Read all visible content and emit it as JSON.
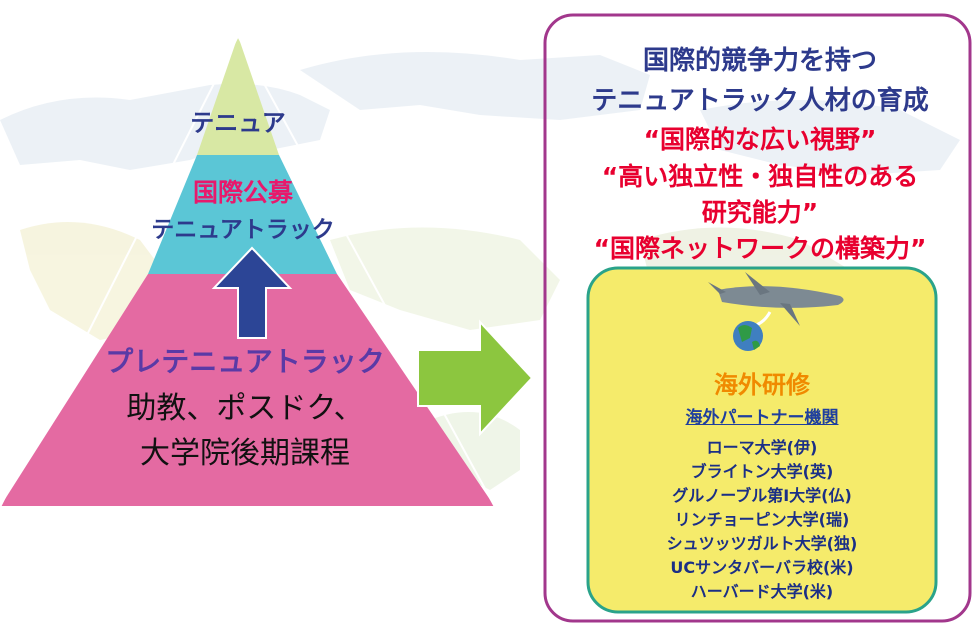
{
  "pyramid": {
    "tier_top": "テニュア",
    "tier_middle_line1": "国際公募",
    "tier_middle_line2": "テニュアトラック",
    "tier_bottom_line1": "プレテニュアトラック",
    "tier_bottom_line2": "助教、ポスドク、",
    "tier_bottom_line3": "大学院後期課程"
  },
  "goals": {
    "heading_line1": "国際的競争力を持つ",
    "heading_line2": "テニュアトラック人材の育成",
    "quote1": "“国際的な広い視野”",
    "quote2_line1": "“高い独立性・独自性のある",
    "quote2_line2": "研究能力”",
    "quote3": "“国際ネットワークの構築力”"
  },
  "overseas": {
    "title": "海外研修",
    "partners_heading": "海外パートナー機関",
    "institutions": [
      "ローマ大学(伊)",
      "ブライトン大学(英)",
      "グルノーブル第Ⅰ大学(仏)",
      "リンチョーピン大学(瑞)",
      "シュツッツガルト大学(独)",
      "UCサンタバーバラ校(米)",
      "ハーバード大学(米)"
    ]
  },
  "colors": {
    "tier_top": "#d8e8a4",
    "tier_middle": "#5bc6d6",
    "tier_bottom": "#e46aa2",
    "up_arrow": "#2c4596",
    "right_arrow": "#8cc63f",
    "frame_border": "#a2378c",
    "inner_box": "#f5eb6b",
    "inner_box_border": "#2aa38a"
  }
}
